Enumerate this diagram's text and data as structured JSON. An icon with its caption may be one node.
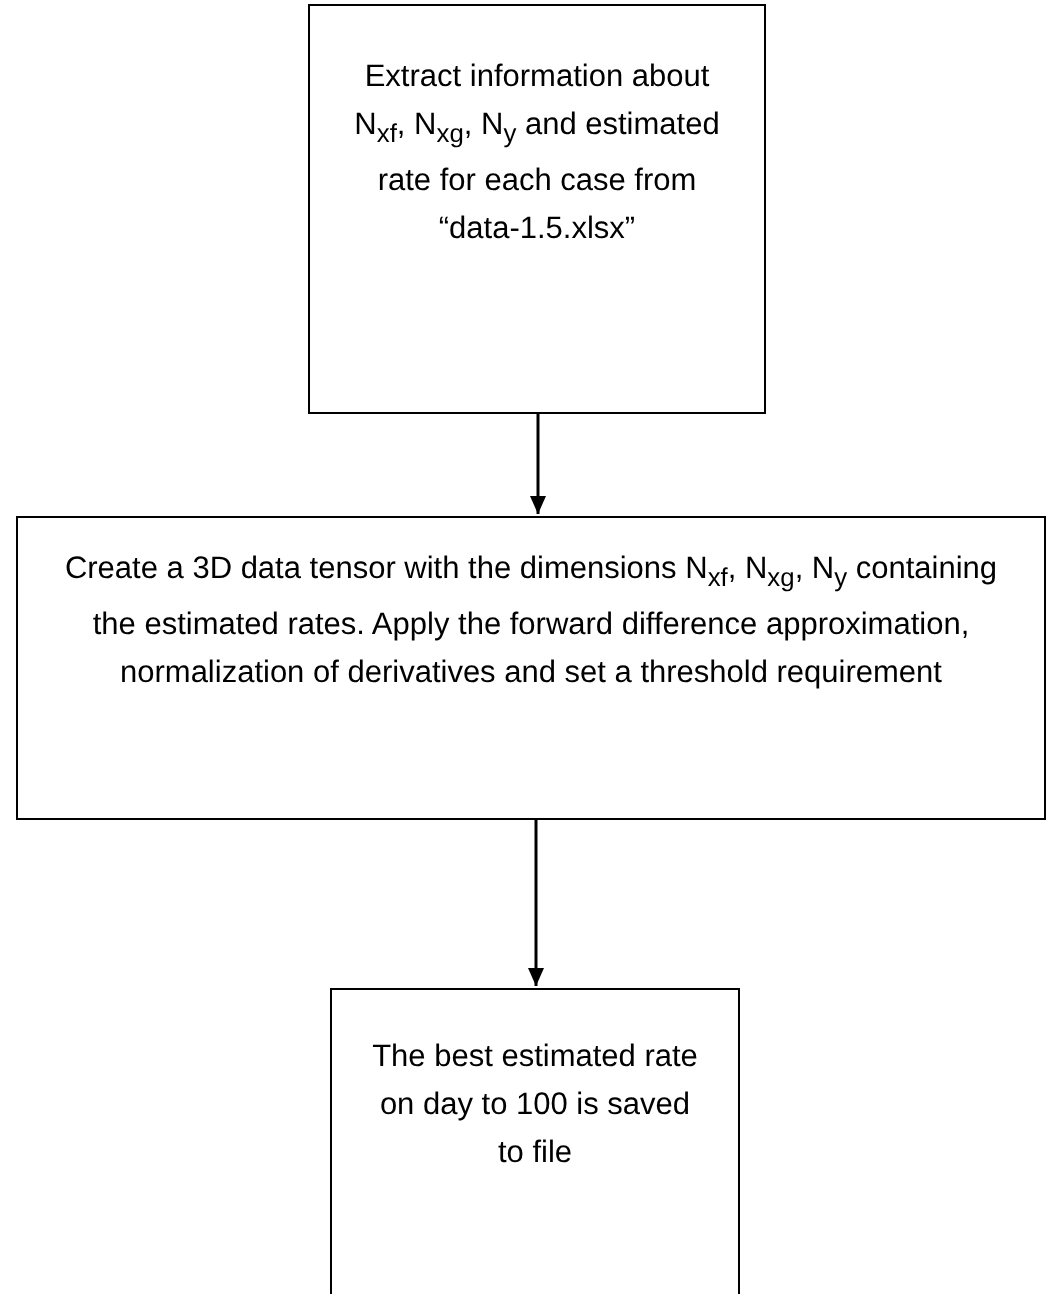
{
  "diagram": {
    "nodes": [
      {
        "text": [
          "Extract information about N$_{xf}$, N$_{xg}$, N$_{y}$ and estimated rate for each case from “data-1.5.xlsx”"
        ]
      },
      {
        "text": [
          "Create a 3D data tensor with the dimensions N$_{xf}$, N$_{xg}$, N$_{y}$ containing the estimated rates. Apply the forward difference approximation, normalization of derivatives and set a threshold requirement"
        ]
      },
      {
        "text": [
          "The best estimated rate on day to 100 is saved to file"
        ]
      }
    ],
    "edges": [
      {
        "from": 0,
        "to": 1,
        "arrow": "to"
      },
      {
        "from": 1,
        "to": 2,
        "arrow": "to"
      }
    ]
  }
}
